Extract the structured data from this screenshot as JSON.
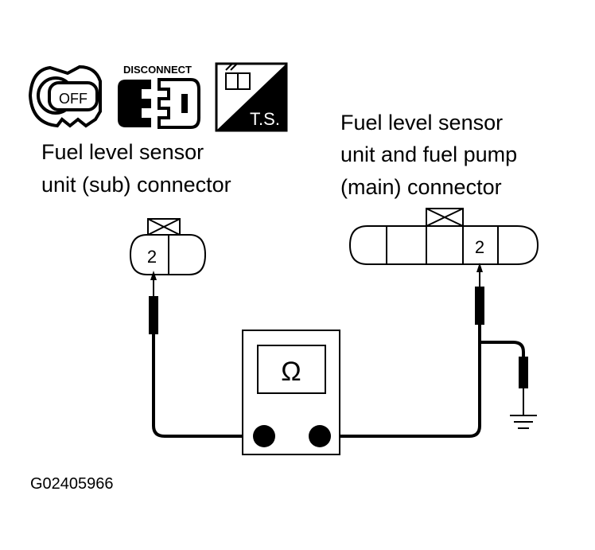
{
  "icons": {
    "ignition": {
      "name": "ignition-key-off-icon",
      "label": "OFF"
    },
    "disconnect": {
      "name": "disconnect-connector-icon",
      "label": "DISCONNECT"
    },
    "ts": {
      "name": "harness-connector-ts-icon",
      "label": "T.S."
    }
  },
  "sub_connector": {
    "caption_line1": "Fuel level sensor",
    "caption_line2": "unit (sub) connector",
    "pin": "2"
  },
  "main_connector": {
    "caption_line1": "Fuel level sensor",
    "caption_line2": "unit and fuel pump",
    "caption_line3": "(main) connector",
    "pin": "2"
  },
  "meter": {
    "symbol": "Ω"
  },
  "figure_code": "G02405966",
  "colors": {
    "ink": "#000000",
    "background": "#ffffff"
  }
}
